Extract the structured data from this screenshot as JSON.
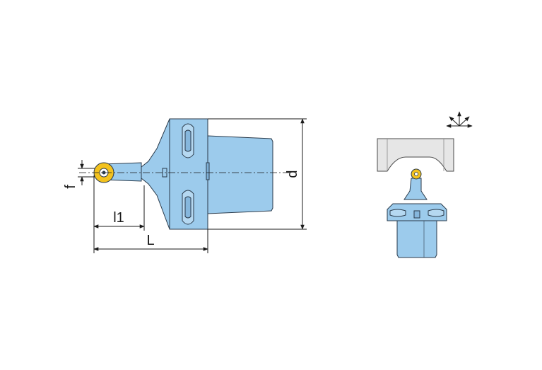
{
  "colors": {
    "body_fill": "#9ccbec",
    "body_stroke": "#2a3a4a",
    "insert_fill": "#f3c21e",
    "workpiece_fill": "#e6e6e6",
    "dim_line": "#1a1a1a"
  },
  "labels": {
    "f": "f",
    "l1": "l1",
    "L": "L",
    "d": "d"
  },
  "icons": {
    "machining_direction": "direction-arrows-icon"
  }
}
